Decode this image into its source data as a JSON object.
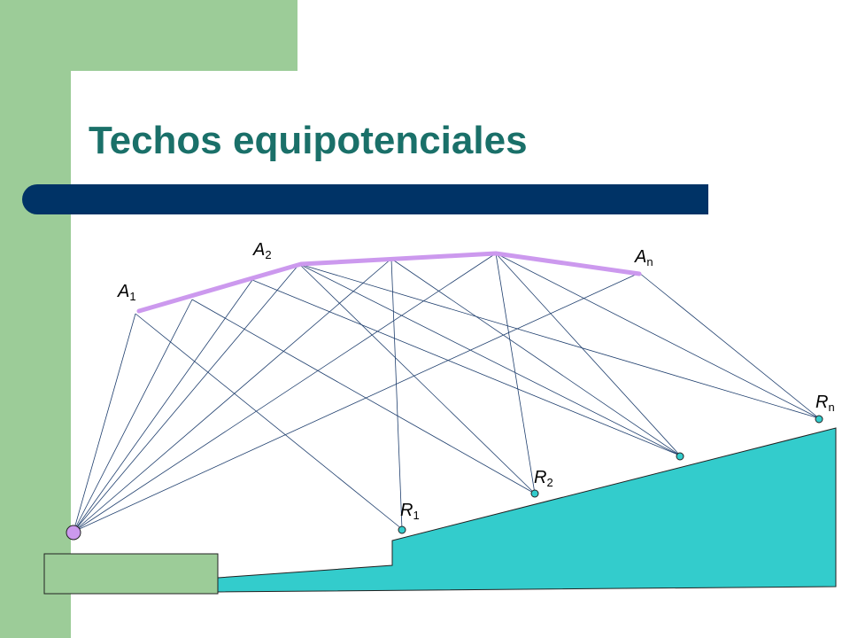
{
  "slide": {
    "title": "Techos equipotenciales"
  },
  "colors": {
    "band": "#9ccc98",
    "title": "#1a7069",
    "title_bar": "#003366",
    "terrain": "#33cccc",
    "roof": "#cc99ee",
    "lines": "#1f3f6e"
  },
  "labels": {
    "A1": {
      "base": "A",
      "sub": "1"
    },
    "A2": {
      "base": "A",
      "sub": "2"
    },
    "An": {
      "base": "A",
      "sub": "n"
    },
    "R1": {
      "base": "R",
      "sub": "1"
    },
    "R2": {
      "base": "R",
      "sub": "2"
    },
    "Rn": {
      "base": "R",
      "sub": "n"
    }
  }
}
